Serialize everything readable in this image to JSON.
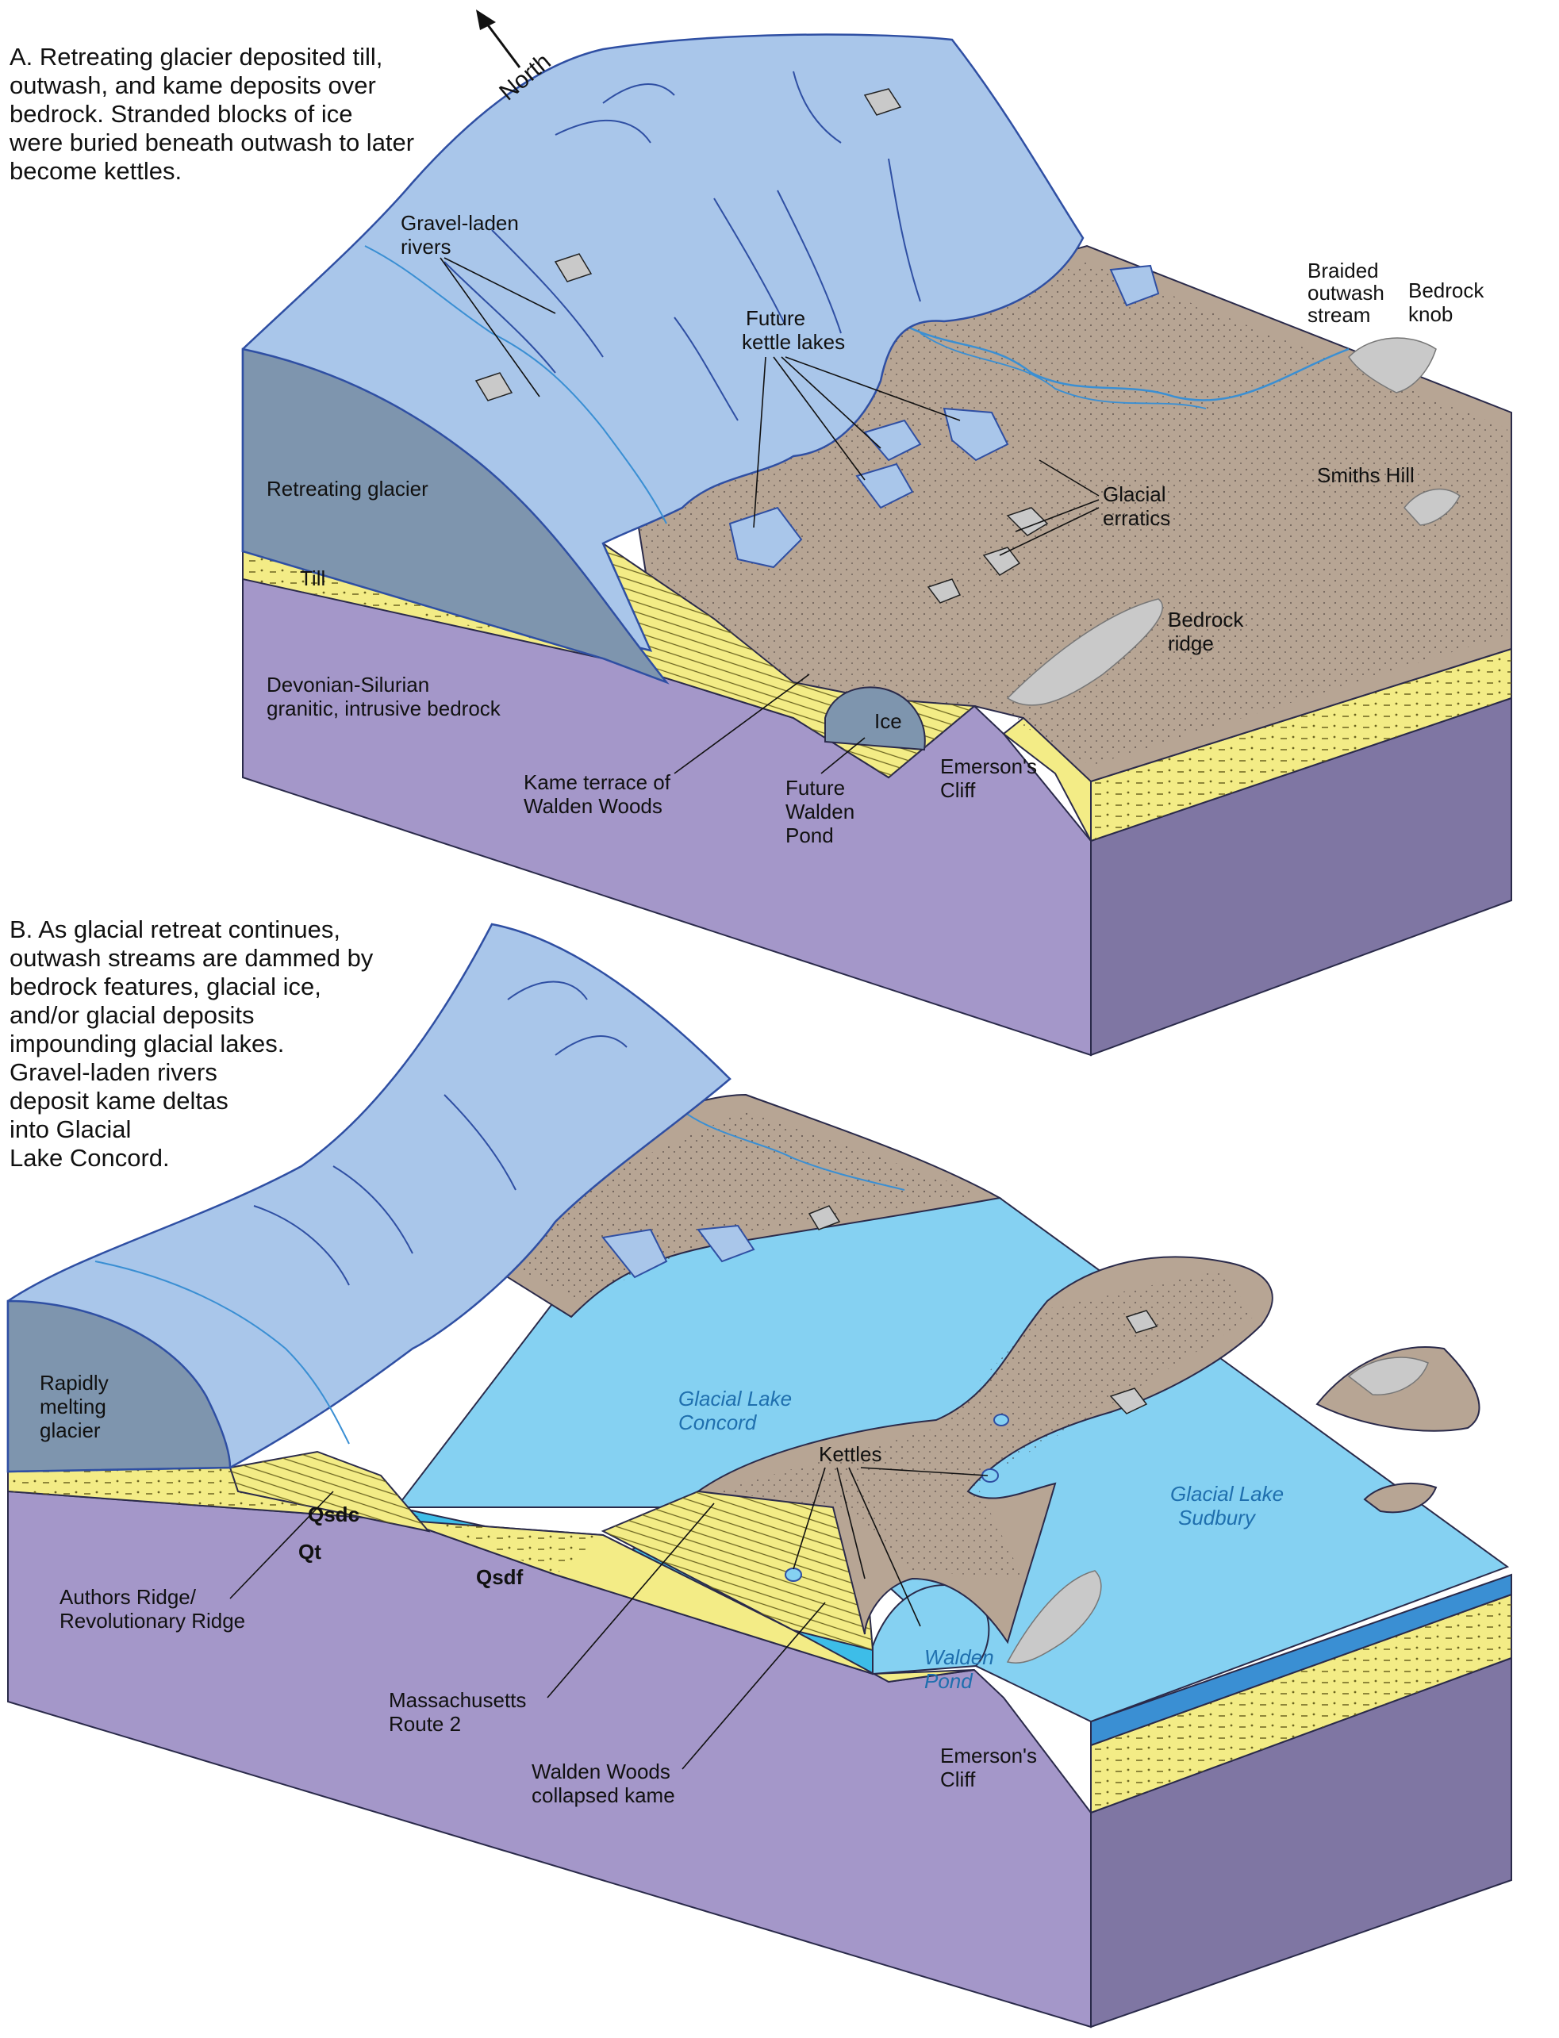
{
  "colors": {
    "ice": "#a9c6ea",
    "ice_edge": "#2f4fa3",
    "glacier_front": "#7e95ae",
    "ground": "#b7a594",
    "bedrock_side": "#a497c9",
    "bedrock_side_dark": "#7f76a3",
    "deposit": "#f3ec86",
    "lake": "#85d1f2",
    "lake_deep": "#3dbde8",
    "stream": "#3a8fd3",
    "bedrock_outcrop": "#c9c9c9",
    "lake_label": "#1f6fae"
  },
  "panel_a": {
    "caption": [
      "A. Retreating glacier deposited till,",
      "outwash, and kame deposits over",
      "bedrock. Stranded blocks of ice",
      "were buried beneath outwash to later",
      "become kettles."
    ],
    "north_label": "North",
    "labels": {
      "gravel_rivers": [
        "Gravel-laden",
        "rivers"
      ],
      "future_kettle_lakes": [
        "Future",
        "kettle lakes"
      ],
      "braided_stream": [
        "Braided",
        "outwash",
        "stream"
      ],
      "bedrock_knob": [
        "Bedrock",
        "knob"
      ],
      "retreating_glacier": "Retreating glacier",
      "smiths_hill": "Smiths Hill",
      "glacial_erratics": [
        "Glacial",
        "erratics"
      ],
      "till": "Till",
      "bedrock_ridge": [
        "Bedrock",
        "ridge"
      ],
      "devonian": [
        "Devonian-Silurian",
        "granitic, intrusive bedrock"
      ],
      "ice": "Ice",
      "kame_terrace": [
        "Kame terrace of",
        "Walden Woods"
      ],
      "future_walden": [
        "Future",
        "Walden",
        "Pond"
      ],
      "emersons_cliff": [
        "Emerson's",
        "Cliff"
      ]
    }
  },
  "panel_b": {
    "caption": [
      "B. As glacial retreat continues,",
      "outwash streams are dammed by",
      "bedrock features, glacial ice,",
      "and/or glacial deposits",
      "impounding glacial lakes.",
      "Gravel-laden rivers",
      "deposit kame deltas",
      "into Glacial",
      "Lake Concord."
    ],
    "labels": {
      "rapidly_melting": [
        "Rapidly",
        "melting",
        "glacier"
      ],
      "lake_concord": [
        "Glacial Lake",
        "Concord"
      ],
      "kettles": "Kettles",
      "lake_sudbury": [
        "Glacial Lake",
        "Sudbury"
      ],
      "qsdc": "Qsdc",
      "qt": "Qt",
      "qsdf": "Qsdf",
      "authors_ridge": [
        "Authors Ridge/",
        "Revolutionary Ridge"
      ],
      "walden_pond": [
        "Walden",
        "Pond"
      ],
      "mass_route2": [
        "Massachusetts",
        "Route 2"
      ],
      "emersons_cliff": [
        "Emerson's",
        "Cliff"
      ],
      "collapsed_kame": [
        "Walden Woods",
        "collapsed kame"
      ]
    }
  }
}
